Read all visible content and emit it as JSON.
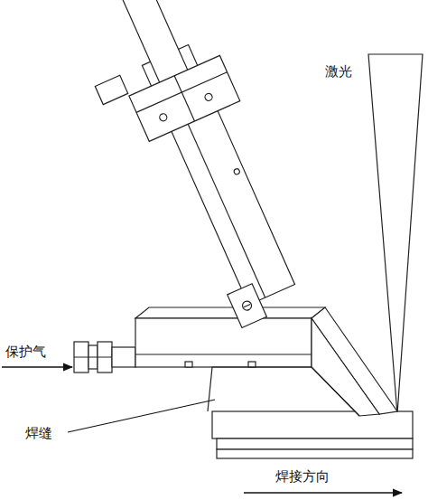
{
  "diagram": {
    "labels": [
      "激光",
      "保护气",
      "焊缝",
      "焊接方向"
    ]
  }
}
